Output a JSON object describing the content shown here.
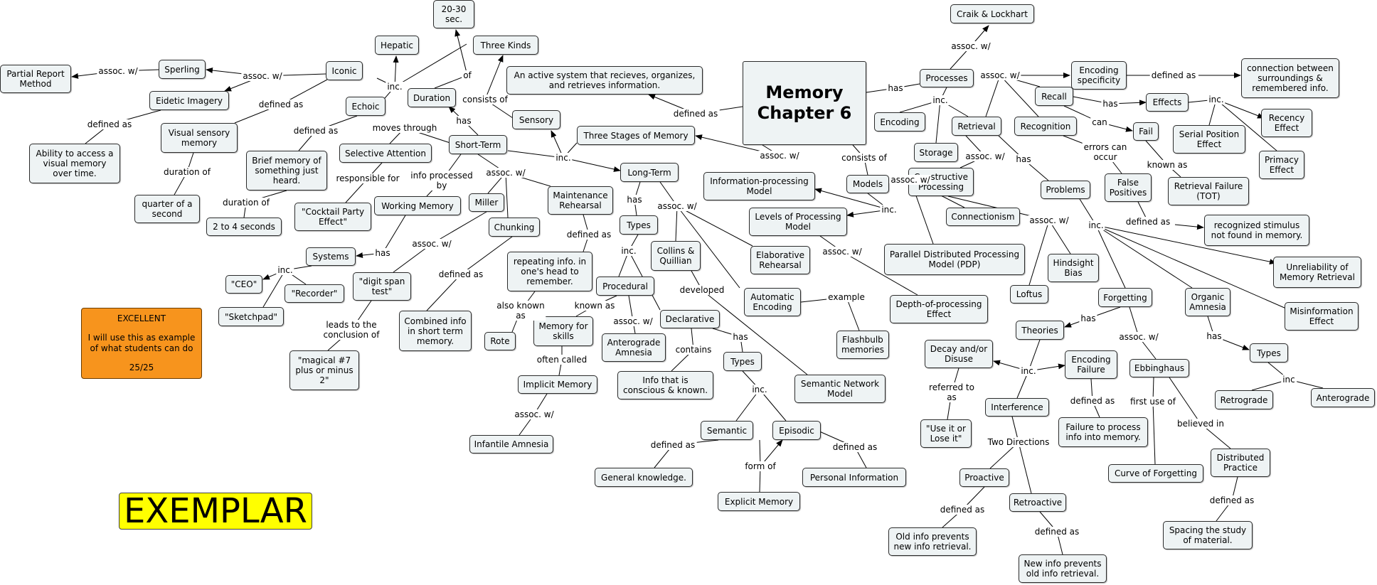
{
  "colors": {
    "node_bg": "#eef3f4",
    "node_border": "#2b2b2b",
    "grade_bg": "#f7941d",
    "exemplar_bg": "#ffff00",
    "line": "#000000"
  },
  "title": "Memory\nChapter 6",
  "nodes": {
    "n_title": "Memory\nChapter 6",
    "n_active": "An active system that recieves, organizes,\nand retrieves information.",
    "n_threestages": "Three Stages of Memory",
    "n_infoproc": "Information-processing\nModel",
    "n_models": "Models",
    "n_levels": "Levels of Processing\nModel",
    "n_pdp": "Parallel Distributed Processing\nModel (PDP)",
    "n_connectionism": "Connectionism",
    "n_depth": "Depth-of-processing\nEffect",
    "n_processes": "Processes",
    "n_craik": "Craik & Lockhart",
    "n_encoding": "Encoding",
    "n_storage": "Storage",
    "n_retrieval": "Retrieval",
    "n_encspec": "Encoding\nspecificity",
    "n_connection": "connection between\nsurroundings &\nremembered info.",
    "n_recall": "Recall",
    "n_recognition": "Recognition",
    "n_effects": "Effects",
    "n_recency": "Recency\nEffect",
    "n_serial": "Serial Position\nEffect",
    "n_primacy": "Primacy\nEffect",
    "n_fail": "Fail",
    "n_tot": "Retrieval Failure\n(TOT)",
    "n_falsepos": "False\nPositives",
    "n_recognized": "recognized stimulus\nnot found in memory.",
    "n_constructive": "Constructive\nProcessing",
    "n_problems": "Problems",
    "n_hindsight": "Hindsight\nBias",
    "n_loftus": "Loftus",
    "n_unreliability": "Unreliability of\nMemory Retrieval",
    "n_misinfo": "Misinformation\nEffect",
    "n_forgetting": "Forgetting",
    "n_organic": "Organic\nAmnesia",
    "n_types_amn": "Types",
    "n_retrograde": "Retrograde",
    "n_anterograde": "Anterograde",
    "n_theories": "Theories",
    "n_decay": "Decay and/or\nDisuse",
    "n_useit": "\"Use it or\nLose it\"",
    "n_encfailure": "Encoding\nFailure",
    "n_failureproc": "Failure to process\ninfo into memory.",
    "n_interference": "Interference",
    "n_proactive": "Proactive",
    "n_retroactive": "Retroactive",
    "n_oldinfo": "Old info prevents\nnew info retrieval.",
    "n_newinfo": "New info prevents\nold info retrieval.",
    "n_ebbinghaus": "Ebbinghaus",
    "n_curve": "Curve of Forgetting",
    "n_distributed": "Distributed\nPractice",
    "n_spacing": "Spacing the study\nof material.",
    "n_longterm": "Long-Term",
    "n_types_lt": "Types",
    "n_collins": "Collins &\nQuillian",
    "n_elaborative": "Elaborative\nRehearsal",
    "n_autoenc": "Automatic\nEncoding",
    "n_flashbulb": "Flashbulb\nmemories",
    "n_semnet": "Semantic Network\nModel",
    "n_procedural": "Procedural",
    "n_memskills": "Memory for\nskills",
    "n_antamnesia": "Anterograde\nAmnesia",
    "n_implicit": "Implicit Memory",
    "n_infantile": "Infantile Amnesia",
    "n_declarative": "Declarative",
    "n_conscious": "Info that is\nconscious & known.",
    "n_types_decl": "Types",
    "n_semantic": "Semantic",
    "n_episodic": "Episodic",
    "n_general": "General knowledge.",
    "n_personal": "Personal Information",
    "n_explicit": "Explicit Memory",
    "n_sensory": "Sensory",
    "n_threekinds": "Three Kinds",
    "n_2030": "20-30\nsec.",
    "n_duration": "Duration",
    "n_hepatic": "Hepatic",
    "n_iconic": "Iconic",
    "n_echoic": "Echoic",
    "n_sperling": "Sperling",
    "n_partial": "Partial Report\nMethod",
    "n_eidetic": "Eidetic Imagery",
    "n_ability": "Ability to access a\nvisual memory\nover time.",
    "n_visualsens": "Visual sensory\nmemory",
    "n_quarter": "quarter of a\nsecond",
    "n_brief": "Brief memory of\nsomething just\nheard.",
    "n_2to4": "2 to 4 seconds",
    "n_shortterm": "Short-Term",
    "n_selective": "Selective Attention",
    "n_cocktail": "\"Cocktail Party\nEffect\"",
    "n_working": "Working Memory",
    "n_systems": "Systems",
    "n_ceo": "\"CEO\"",
    "n_recorder": "\"Recorder\"",
    "n_sketchpad": "\"Sketchpad\"",
    "n_miller": "Miller",
    "n_digitspan": "\"digit span\ntest\"",
    "n_magical": "\"magical #7\nplus or minus\n2\"",
    "n_chunking": "Chunking",
    "n_combined": "Combined info\nin short term\nmemory.",
    "n_maintenance": "Maintenance\nRehearsal",
    "n_repeating": "repeating info. in\none's head to\nremember.",
    "n_rote": "Rote"
  },
  "labels": {
    "l_has_proc": "has",
    "l_assoc_craik": "assoc. w/",
    "l_inc_proc": "inc.",
    "l_assoc_ret": "assoc. w/",
    "l_defined_encspec": "defined as",
    "l_has_recall": "has",
    "l_inc_eff": "inc.",
    "l_can": "can",
    "l_known_as": "known as",
    "l_errors": "errors can\noccur",
    "l_defined_fp": "defined as",
    "l_assoc_constr": "assoc. w/",
    "l_has_prob": "has",
    "l_assoc_hind": "assoc. w/",
    "l_inc_prob": "inc.",
    "l_has_org": "has",
    "l_inc_amn": "inc",
    "l_has_theories": "has",
    "l_inc_theo": "inc.",
    "l_referred": "referred to\nas",
    "l_defined_encf": "defined as",
    "l_twodir": "Two Directions",
    "l_defined_pro": "defined as",
    "l_defined_retro": "defined as",
    "l_assoc_ebb": "assoc. w/",
    "l_firstuse": "first use of",
    "l_believed": "believed in",
    "l_defined_dist": "defined as",
    "l_defined_title": "defined as",
    "l_assoc_ip": "assoc. w/",
    "l_consists_models": "consists of",
    "l_assoc_models": "assoc. w/",
    "l_inc_models": "inc.",
    "l_assoc_levels": "assoc. w/",
    "l_inc_stages": "inc.",
    "l_has_lt": "has",
    "l_assoc_lt": "assoc. w/",
    "l_inc_lt": "inc.",
    "l_developed": "developed",
    "l_example": "example",
    "l_knownas_proc": "known as",
    "l_assoc_proc": "assoc. w/",
    "l_oftencalled": "often called",
    "l_assoc_impl": "assoc. w/",
    "l_contains": "contains",
    "l_has_decl": "has",
    "l_inc_decl": "inc.",
    "l_defined_sem": "defined as",
    "l_defined_epi": "defined as",
    "l_formof": "form of",
    "l_consists_sens": "consists of",
    "l_of": "of",
    "l_inc_sens": "inc.",
    "l_assoc_sper": "assoc. w/",
    "l_assoc_partial": "assoc. w/",
    "l_defined_eid": "defined as",
    "l_defined_iconic": "defined as",
    "l_duration_vis": "duration of",
    "l_defined_echoic": "defined as",
    "l_duration_echo": "duration of",
    "l_moves": "moves through",
    "l_has_st": "has",
    "l_responsible": "responsible for",
    "l_infoproc_by": "info processed\nby",
    "l_assoc_st": "assoc. w/",
    "l_has_wm": "has",
    "l_inc_sys": "inc.",
    "l_assoc_miller": "assoc. w/",
    "l_leads": "leads to the\nconclusion of",
    "l_defined_chunk": "defined as",
    "l_defined_maint": "defined as",
    "l_alsoknown": "also known\nas"
  },
  "grade": {
    "line1": "EXCELLENT",
    "line2": "I will use this as example",
    "line3": "of what students can do",
    "line4": "25/25"
  },
  "exemplar": "EXEMPLAR"
}
